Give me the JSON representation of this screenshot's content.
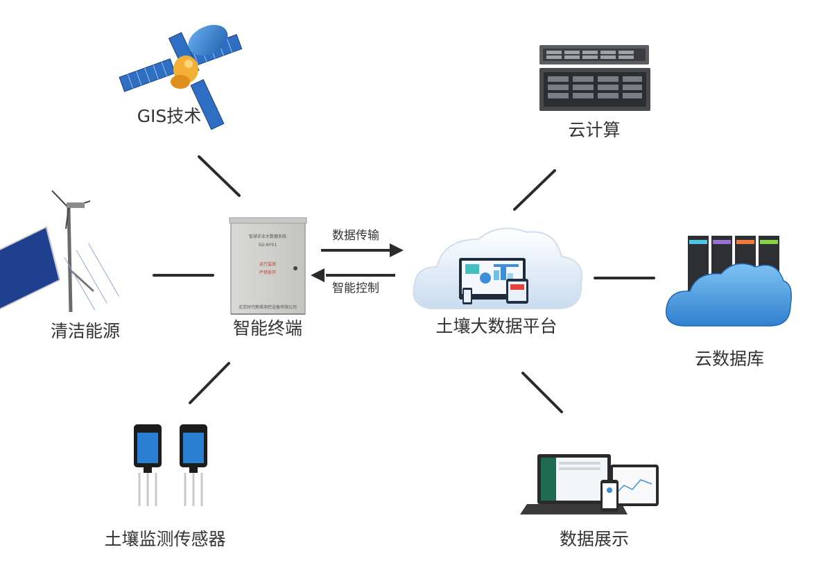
{
  "nodes": {
    "gis": "GIS技术",
    "cloud_computing": "云计算",
    "clean_energy": "清洁能源",
    "terminal": "智能终端",
    "platform": "土壤大数据平台",
    "cloud_database": "云数据库",
    "soil_sensor": "土壤监测传感器",
    "data_display": "数据展示"
  },
  "arrows": {
    "data_transfer": "数据传输",
    "smart_control": "智能控制"
  },
  "terminal_box": {
    "title": "智慧农业大数据系统",
    "model": "SD-NY01",
    "line1": "运行监测",
    "line2": "严禁拆开",
    "maker": "北京时代新维测控设备有限公司"
  },
  "colors": {
    "line": "#2b2b2b",
    "cloud_blue": "#3d8fd9",
    "panel_blue": "#2b4f9e",
    "label": "#333333"
  }
}
